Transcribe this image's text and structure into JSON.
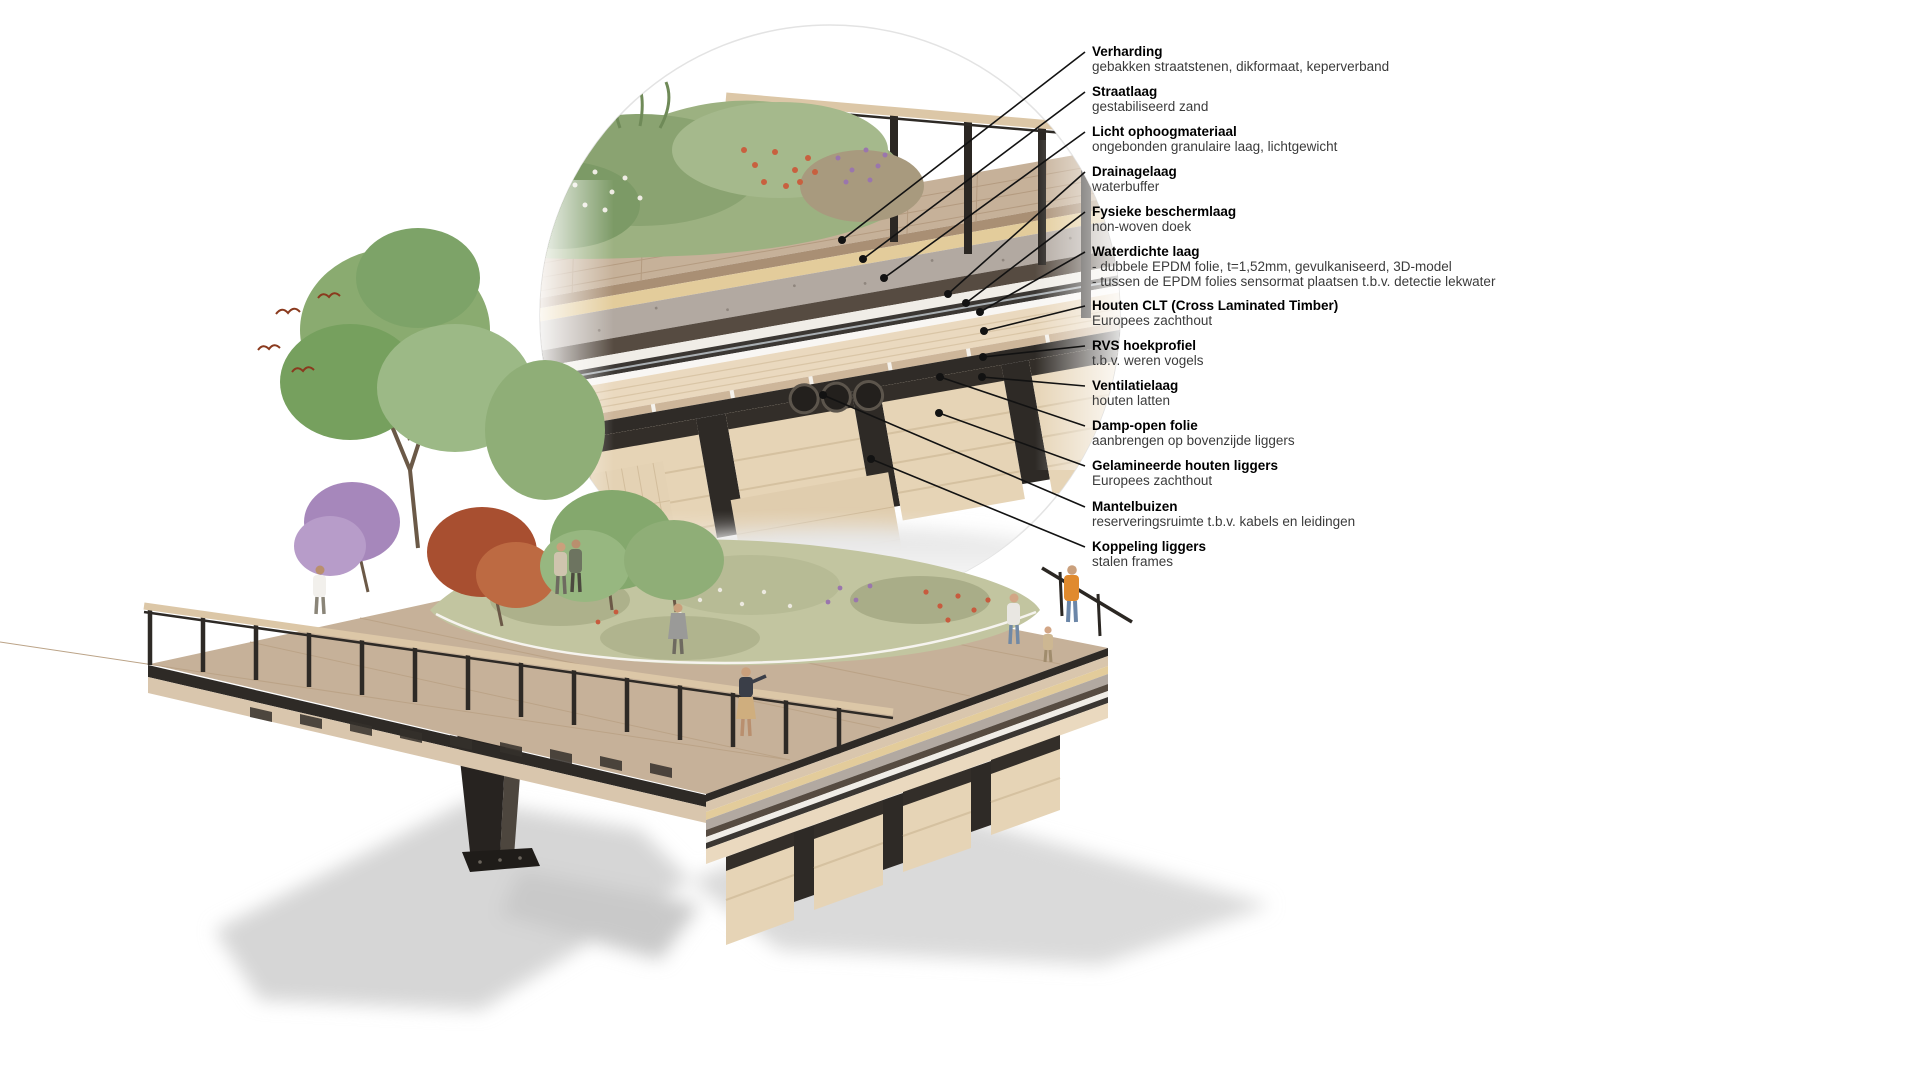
{
  "figure": {
    "kind": "architectural cross-section detail diagram",
    "language": "nl",
    "views": {
      "overview": "isometric rendering of elevated timber bridge park with trees, people and steel column",
      "detail": "circular zoom of deck build-up layers with leader lines"
    }
  },
  "labels": [
    {
      "title": "Verharding",
      "desc": "gebakken straatstenen, dikformaat, keperverband"
    },
    {
      "title": "Straatlaag",
      "desc": "gestabiliseerd zand"
    },
    {
      "title": "Licht ophoogmateriaal",
      "desc": "ongebonden granulaire laag, lichtgewicht"
    },
    {
      "title": "Drainagelaag",
      "desc": "waterbuffer"
    },
    {
      "title": "Fysieke beschermlaag",
      "desc": "non-woven doek"
    },
    {
      "title": "Waterdichte laag",
      "desc": "- dubbele EPDM folie, t=1,52mm, gevulkaniseerd, 3D-model\n- tussen de EPDM folies sensormat plaatsen t.b.v. detectie lekwater"
    },
    {
      "title": "Houten CLT (Cross Laminated Timber)",
      "desc": "Europees zachthout"
    },
    {
      "title": "RVS hoekprofiel",
      "desc": "t.b.v. weren vogels"
    },
    {
      "title": "Ventilatielaag",
      "desc": "houten latten"
    },
    {
      "title": "Damp-open folie",
      "desc": "aanbrengen op bovenzijde liggers"
    },
    {
      "title": "Gelamineerde houten liggers",
      "desc": "Europees zachthout"
    },
    {
      "title": "Mantelbuizen",
      "desc": "reserveringsruimte t.b.v. kabels en leidingen"
    },
    {
      "title": "Koppeling liggers",
      "desc": "stalen frames"
    }
  ],
  "palette": {
    "background": "#ffffff",
    "leader_line": "#121212",
    "label_title": "#000000",
    "label_text": "#3b3b3b",
    "paving": "#c6b199",
    "sand": "#e3cc9b",
    "granular": "#b2a9a1",
    "drainage": "#564b41",
    "protect_white": "#f0ede7",
    "epdm_black": "#3b3733",
    "clt_wood": "#ead9bf",
    "glulam_beam": "#e6d4b6",
    "steel_dark": "#2e2a26",
    "handrail_wood": "#dcc7a7",
    "foliage_green": "#8aab70",
    "foliage_purple": "#a687bb",
    "foliage_red": "#a84f30",
    "shadow": "#d6d6d6"
  }
}
